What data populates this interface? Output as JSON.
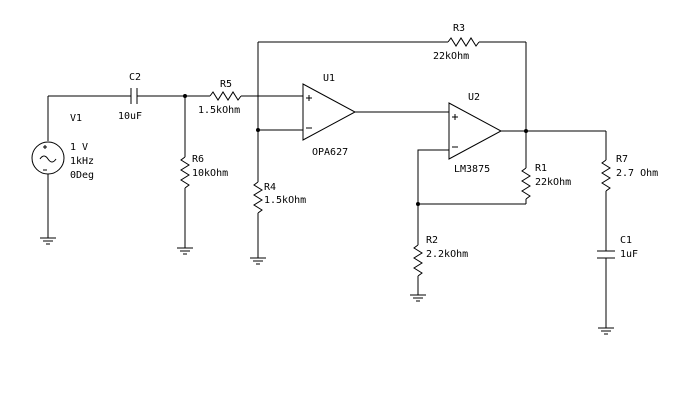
{
  "components": {
    "V1": {
      "ref": "V1",
      "v1": "1 V",
      "v2": "1kHz",
      "v3": "0Deg"
    },
    "C2": {
      "ref": "C2",
      "value": "10uF"
    },
    "R5": {
      "ref": "R5",
      "value": "1.5kOhm"
    },
    "R6": {
      "ref": "R6",
      "value": "10kOhm"
    },
    "R4": {
      "ref": "R4",
      "value": "1.5kOhm"
    },
    "U1": {
      "ref": "U1",
      "part": "OPA627"
    },
    "R3": {
      "ref": "R3",
      "value": "22kOhm"
    },
    "U2": {
      "ref": "U2",
      "part": "LM3875"
    },
    "R1": {
      "ref": "R1",
      "value": "22kOhm"
    },
    "R2": {
      "ref": "R2",
      "value": "2.2kOhm"
    },
    "R7": {
      "ref": "R7",
      "value": "2.7 Ohm"
    },
    "C1": {
      "ref": "C1",
      "value": "1uF"
    }
  }
}
